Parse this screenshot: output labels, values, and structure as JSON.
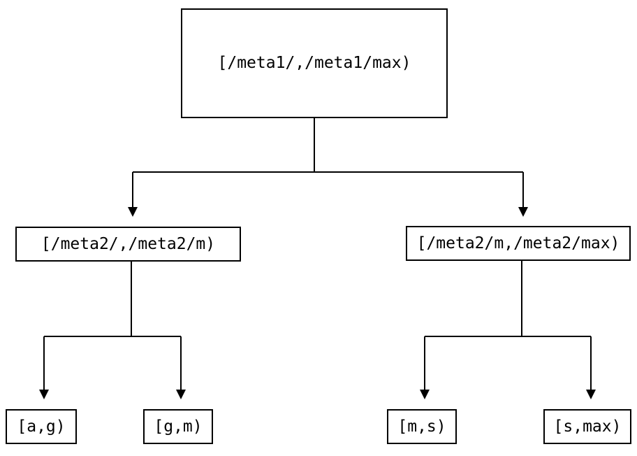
{
  "diagram": {
    "colors": {
      "background": "#ffffff",
      "line": "#000000",
      "text": "#000000"
    },
    "root": {
      "label": "[/meta1/,/meta1/max)",
      "children": [
        {
          "label": "[/meta2/,/meta2/m)",
          "children": [
            {
              "label": "[a,g)"
            },
            {
              "label": "[g,m)"
            }
          ]
        },
        {
          "label": "[/meta2/m,/meta2/max)",
          "children": [
            {
              "label": "[m,s)"
            },
            {
              "label": "[s,max)"
            }
          ]
        }
      ]
    }
  }
}
